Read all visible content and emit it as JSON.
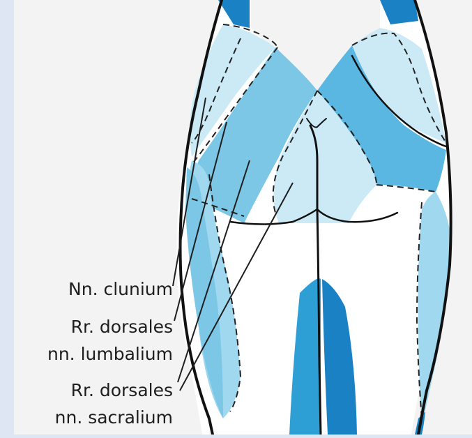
{
  "labels": {
    "clunium": "Nn. clunium",
    "lumbalium_1": "Rr. dorsales",
    "lumbalium_2": "nn. lumbalium",
    "sacralium_1": "Rr. dorsales",
    "sacralium_2": "nn. sacralium"
  },
  "colors": {
    "frame": "#dfe6f3",
    "background": "#f3f3f3",
    "light_region": "#cbeaf6",
    "mid_region": "#88cde9",
    "dark_region": "#2e9fd4",
    "deep_region": "#1a82c4",
    "outline": "#111111"
  }
}
